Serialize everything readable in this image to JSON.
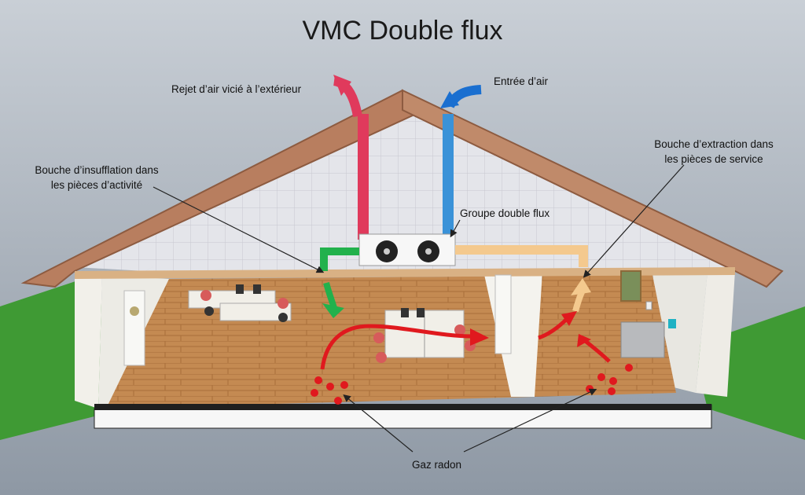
{
  "title": "VMC Double flux",
  "labels": {
    "exhaust": "Rejet d’air vicié à l’extérieur",
    "intake": "Entrée d’air",
    "supply_line1": "Bouche d’insufflation dans",
    "supply_line2": "les pièces d’activité",
    "extract_line1": "Bouche d’extraction dans",
    "extract_line2": "les pièces de service",
    "unit": "Groupe double flux",
    "radon": "Gaz radon"
  },
  "colors": {
    "stale_air": "#e03a5c",
    "fresh_air": "#1a6fd0",
    "supply_duct": "#22b14c",
    "extract_duct": "#f4c98e",
    "radon": "#e0191e",
    "roof": "#b87e5f",
    "floor": "#c89058",
    "grass": "#3f9a34"
  }
}
